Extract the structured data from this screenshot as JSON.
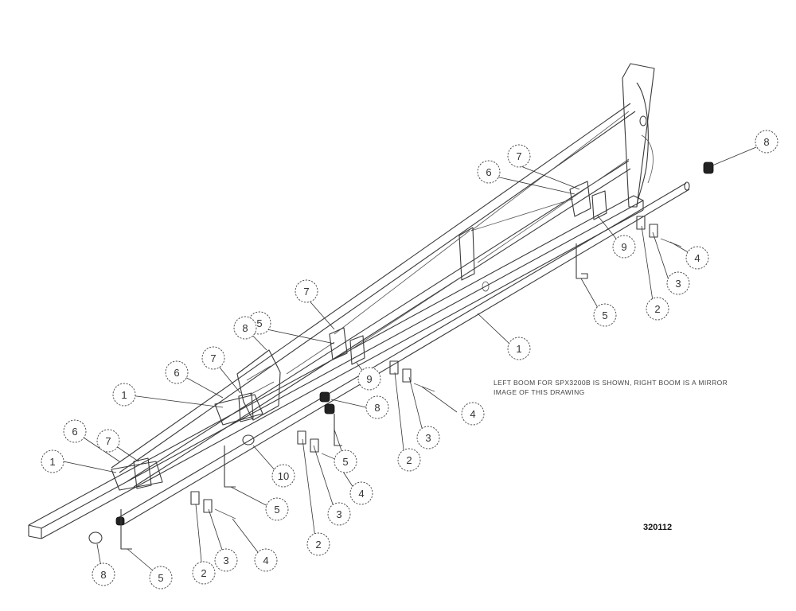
{
  "drawing": {
    "note_line1": "LEFT BOOM FOR SPX3200B IS SHOWN, RIGHT BOOM IS A MIRROR",
    "note_line2": "IMAGE OF THIS DRAWING",
    "doc_number": "320112"
  },
  "callouts": [
    {
      "label": "8"
    },
    {
      "label": "7"
    },
    {
      "label": "6"
    },
    {
      "label": "9"
    },
    {
      "label": "4"
    },
    {
      "label": "3"
    },
    {
      "label": "2"
    },
    {
      "label": "5"
    },
    {
      "label": "1"
    },
    {
      "label": "7"
    },
    {
      "label": "5"
    },
    {
      "label": "8"
    },
    {
      "label": "9"
    },
    {
      "label": "4"
    },
    {
      "label": "3"
    },
    {
      "label": "2"
    },
    {
      "label": "7"
    },
    {
      "label": "6"
    },
    {
      "label": "1"
    },
    {
      "label": "8"
    },
    {
      "label": "5"
    },
    {
      "label": "4"
    },
    {
      "label": "3"
    },
    {
      "label": "2"
    },
    {
      "label": "10"
    },
    {
      "label": "5"
    },
    {
      "label": "6"
    },
    {
      "label": "7"
    },
    {
      "label": "1"
    },
    {
      "label": "3"
    },
    {
      "label": "4"
    },
    {
      "label": "2"
    },
    {
      "label": "8"
    },
    {
      "label": "5"
    }
  ]
}
